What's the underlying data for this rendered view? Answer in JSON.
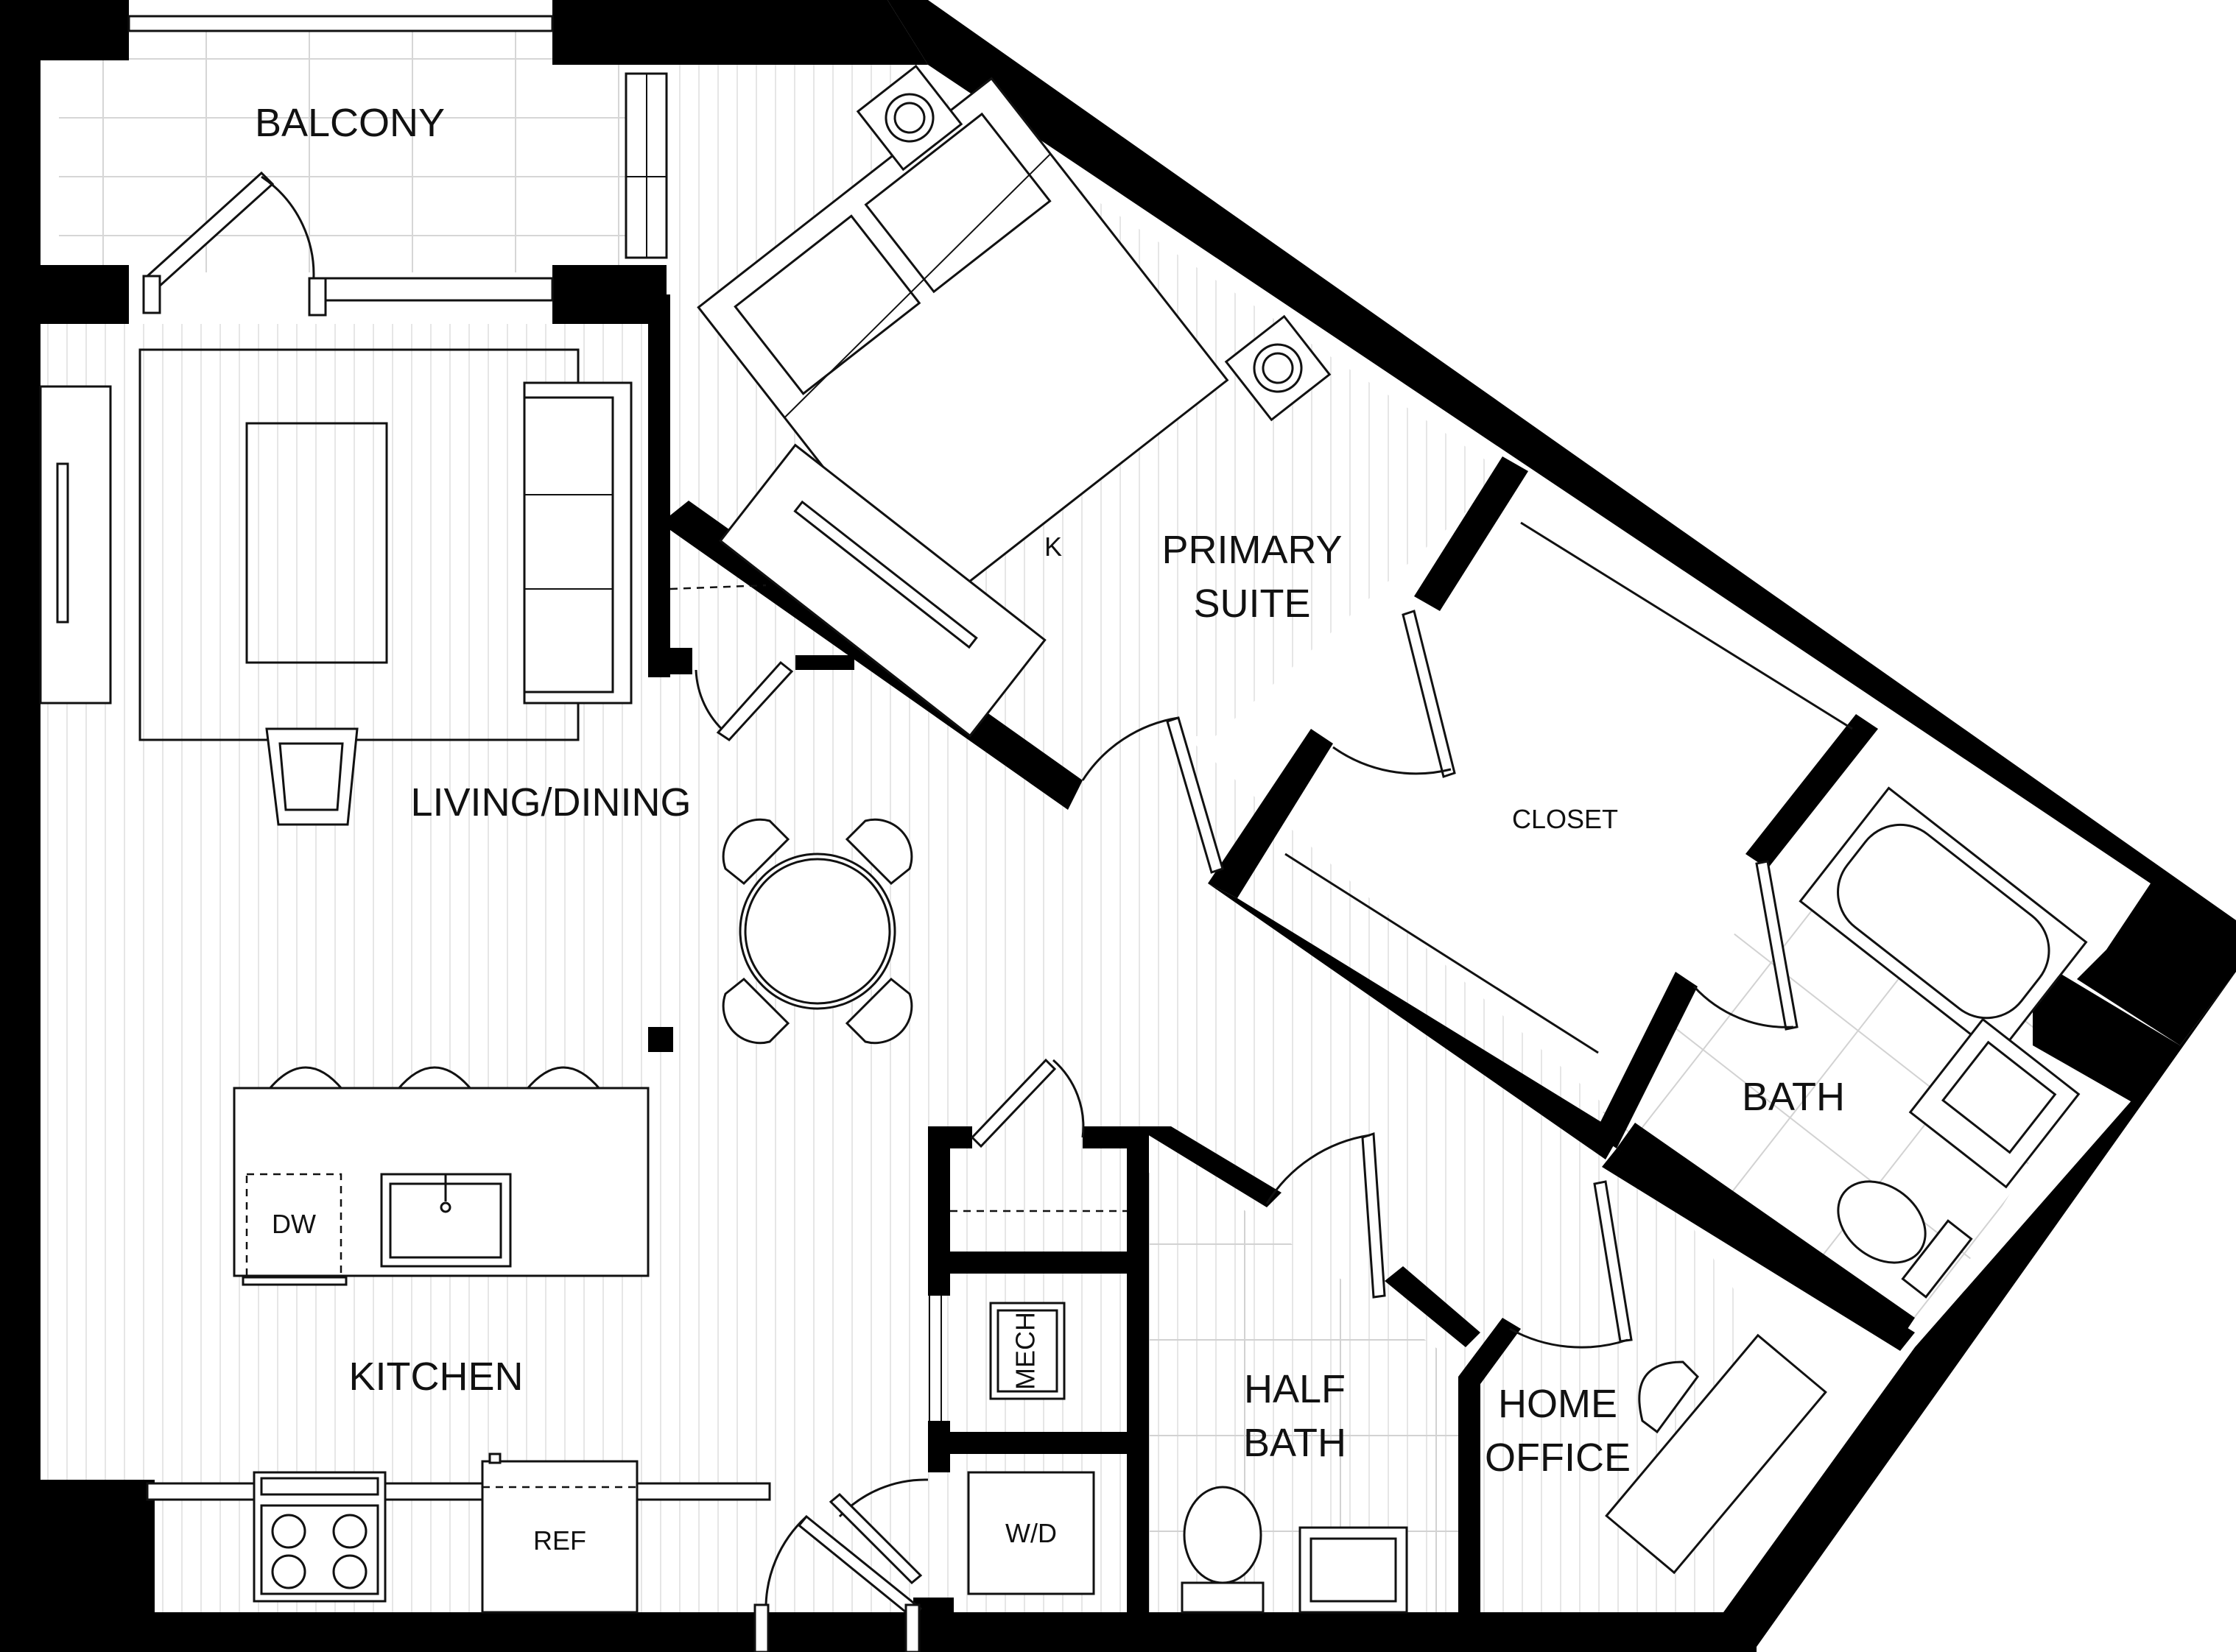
{
  "rooms": {
    "balcony": "BALCONY",
    "primary_suite_line1": "PRIMARY",
    "primary_suite_line2": "SUITE",
    "living_dining": "LIVING/DINING",
    "closet": "CLOSET",
    "bath": "BATH",
    "kitchen": "KITCHEN",
    "half_bath_line1": "HALF",
    "half_bath_line2": "BATH",
    "home_office_line1": "HOME",
    "home_office_line2": "OFFICE"
  },
  "fixtures": {
    "bed_size": "K",
    "dishwasher": "DW",
    "mechanical": "MECH",
    "washer_dryer": "W/D",
    "refrigerator": "REF"
  }
}
